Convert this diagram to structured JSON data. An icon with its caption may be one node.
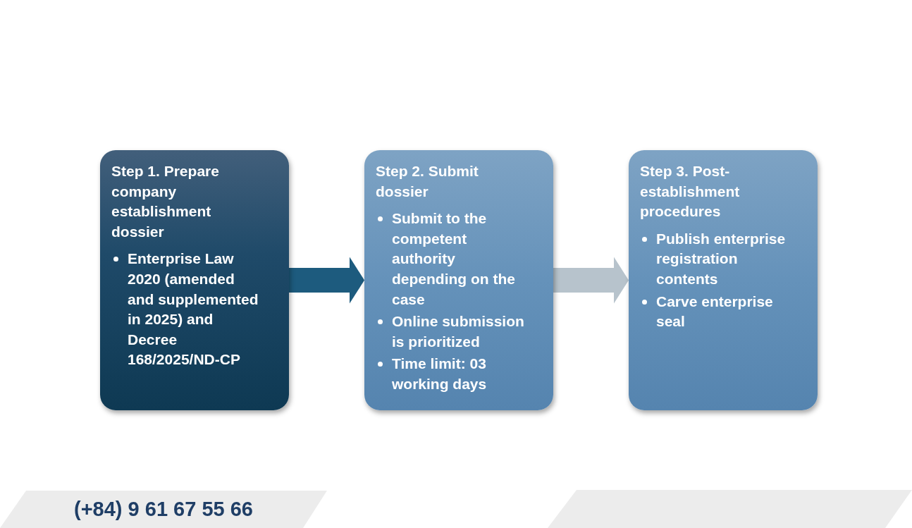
{
  "diagram": {
    "nodes": [
      {
        "text": [
          "Step 1. Prepare company establishment dossier",
          "Enterprise Law 2020 (amended and supplemented in 2025) and Decree 168/2025/ND-CP"
        ]
      },
      {
        "text": [
          "Step 2. Submit dossier",
          "Submit to the competent authority depending on the case",
          "Online submission is prioritized",
          "Time limit: 03 working days"
        ]
      },
      {
        "text": [
          "Step 3. Post-establishment procedures",
          "Publish enterprise registration contents",
          "Carve enterprise seal"
        ]
      },
      {
        "text": [
          "(+84) 9 61 67 55 66"
        ]
      },
      {
        "text": [],
        "shape": "band"
      }
    ],
    "edges": [
      {
        "from": 0,
        "to": 1,
        "arrow": "to",
        "color": "#1d5b7e"
      },
      {
        "from": 1,
        "to": 2,
        "arrow": "to",
        "color": "#b7c3cc"
      }
    ]
  }
}
